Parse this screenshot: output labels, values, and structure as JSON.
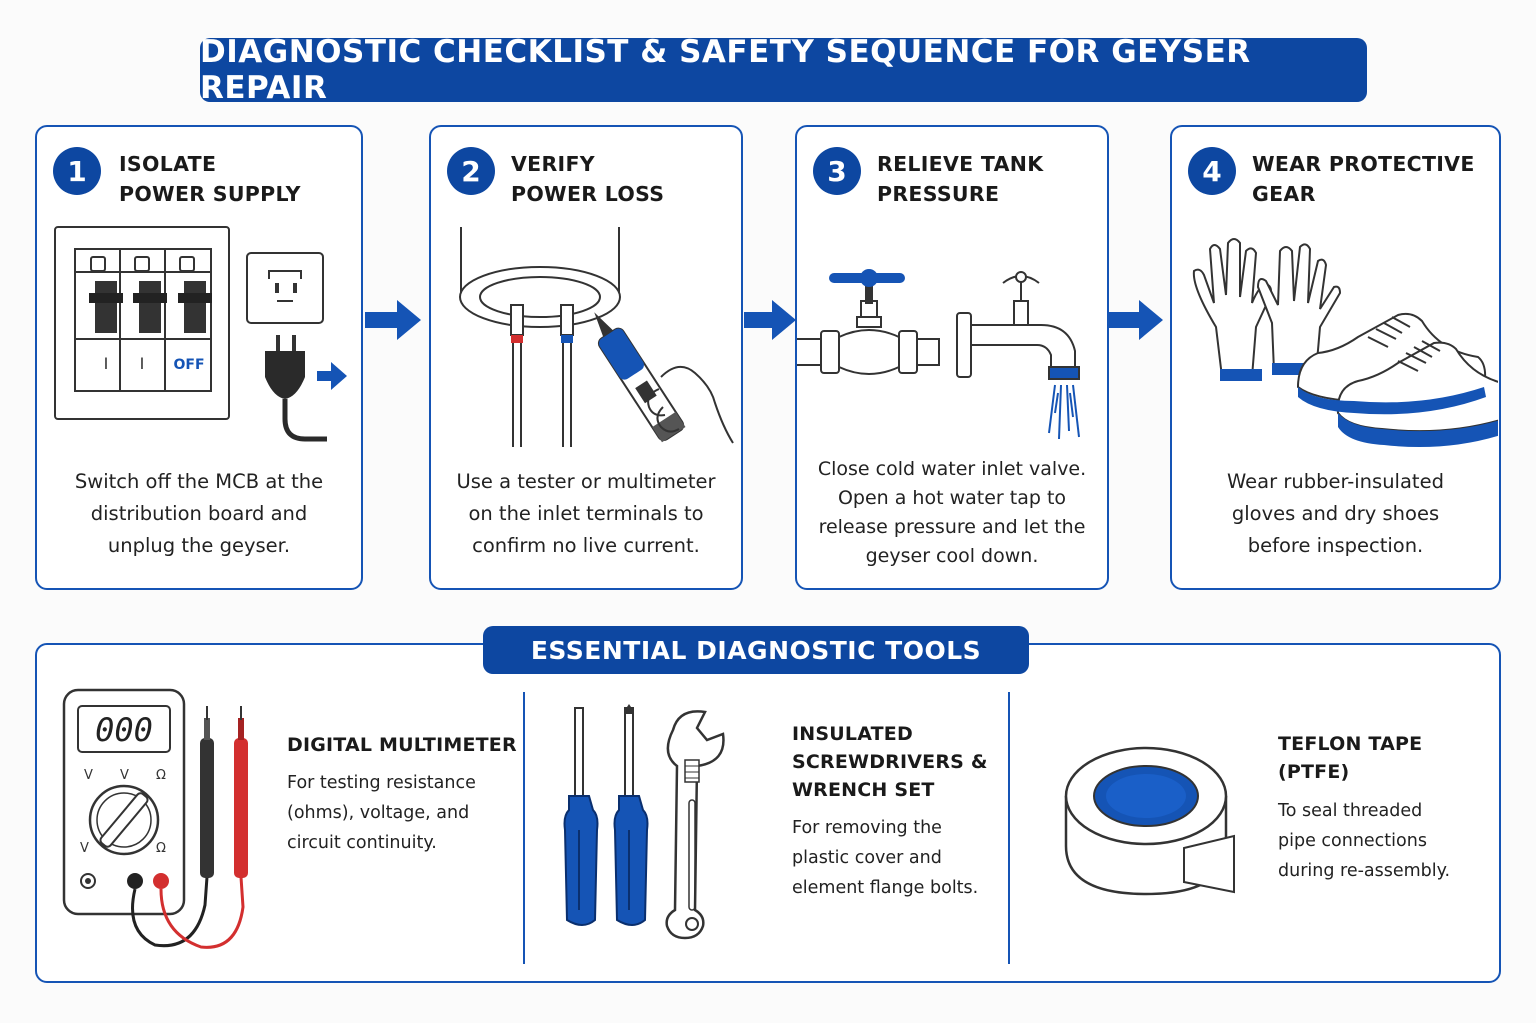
{
  "title": "DIAGNOSTIC CHECKLIST & SAFETY SEQUENCE FOR GEYSER REPAIR",
  "colors": {
    "primary": "#0d47a1",
    "border": "#1554b5",
    "red": "#d32f2f"
  },
  "steps": [
    {
      "number": "1",
      "title_lines": [
        "ISOLATE",
        "POWER SUPPLY"
      ],
      "desc_lines": [
        "Switch off the MCB at the",
        "distribution board and",
        "unplug the geyser."
      ],
      "illustration": "mcb-panel-and-plug",
      "breaker_labels": [
        "I",
        "I",
        "OFF"
      ]
    },
    {
      "number": "2",
      "title_lines": [
        "VERIFY",
        "POWER LOSS"
      ],
      "desc_lines": [
        "Use a tester or multimeter",
        "on the inlet terminals to",
        "confirm no live current."
      ],
      "illustration": "voltage-tester-on-terminals"
    },
    {
      "number": "3",
      "title_lines": [
        "RELIEVE TANK",
        "PRESSURE"
      ],
      "desc_lines": [
        "Close cold water inlet valve.",
        "Open a hot water tap to",
        "release pressure and let the",
        "geyser cool down."
      ],
      "illustration": "valve-and-tap"
    },
    {
      "number": "4",
      "title_lines": [
        "WEAR PROTECTIVE",
        "GEAR"
      ],
      "desc_lines": [
        "Wear rubber-insulated",
        "gloves and dry shoes",
        "before inspection."
      ],
      "illustration": "gloves-and-shoes"
    }
  ],
  "tools_section": {
    "title": "ESSENTIAL DIAGNOSTIC TOOLS",
    "tools": [
      {
        "name_lines": [
          "DIGITAL MULTIMETER"
        ],
        "desc_lines": [
          "For testing resistance",
          "(ohms), voltage, and",
          "circuit continuity."
        ],
        "icon": "multimeter-icon",
        "display": "000",
        "dial_labels": [
          "V",
          "V",
          "Ω",
          "V",
          "Ω"
        ]
      },
      {
        "name_lines": [
          "INSULATED",
          "SCREWDRIVERS &",
          "WRENCH SET"
        ],
        "desc_lines": [
          "For removing the",
          "plastic cover and",
          "element flange bolts."
        ],
        "icon": "screwdrivers-wrench-icon"
      },
      {
        "name_lines": [
          "TEFLON TAPE",
          "(PTFE)"
        ],
        "desc_lines": [
          "To seal threaded",
          "pipe connections",
          "during re-assembly."
        ],
        "icon": "teflon-tape-icon"
      }
    ]
  }
}
